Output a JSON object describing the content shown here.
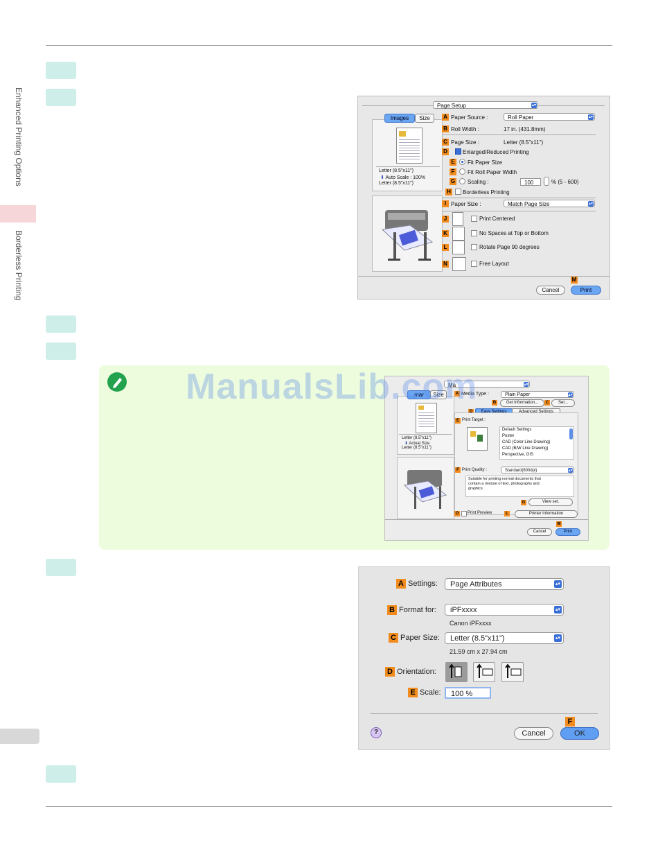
{
  "sidebar": {
    "section1": "Enhanced Printing Options",
    "section2": "Borderless Printing"
  },
  "watermark": "ManualsLib.com",
  "dialog1": {
    "title": "Page Setup",
    "tabs": [
      "Images",
      "Size"
    ],
    "preview_caption": [
      "Letter (8.5\"x11\")",
      "Auto Scale : 100%",
      "Letter (8.5\"x11\")"
    ],
    "rows": {
      "A": {
        "label": "Paper Source :",
        "value": "Roll Paper"
      },
      "B": {
        "label": "Roll Width :",
        "value": "17 in. (431.8mm)"
      },
      "C": {
        "label": "Page Size :",
        "value": "Letter (8.5\"x11\")"
      },
      "D": {
        "label": "Enlarged/Reduced Printing"
      },
      "E": {
        "label": "Fit Paper Size"
      },
      "F": {
        "label": "Fit Roll Paper Width"
      },
      "G": {
        "label": "Scaling :",
        "value": "100",
        "range": "% (5 - 600)"
      },
      "H": {
        "label": "Borderless Printing"
      },
      "I": {
        "label": "Paper Size :",
        "value": "Match Page Size"
      },
      "J": {
        "label": "Print Centered"
      },
      "K": {
        "label": "No Spaces at Top or Bottom"
      },
      "L": {
        "label": "Rotate Page 90 degrees"
      },
      "N": {
        "label": "Free Layout"
      }
    },
    "cancel": "Cancel",
    "print": "Print",
    "print_letter": "M"
  },
  "dialog2": {
    "title": "Ma",
    "tabs": [
      "mar",
      "Size"
    ],
    "media_type_label": "Media Type :",
    "media_type_value": "Plain Paper",
    "get_info": "Get Information...",
    "set": "Set...",
    "tabs2": [
      "Easy Settings",
      "Advanced Settings"
    ],
    "print_target_label": "Print Target :",
    "targets": [
      "Default Settings",
      "Poster",
      "CAD (Color Line Drawing)",
      "CAD (B/W Line Drawing)",
      "Perspective, GIS"
    ],
    "preview_caption": [
      "Letter (8.5\"x11\")",
      "Actual Size",
      "Letter (8.5\"x11\")"
    ],
    "print_quality_label": "Print Quality :",
    "print_quality_value": "Standard(600dpi)",
    "description": "Suitable for printing normal documents that contain a mixture of text, photographs and graphics.",
    "view_set": "View set.",
    "print_preview": "Print Preview",
    "printer_info": "Printer Information",
    "cancel": "Cancel",
    "print": "Print"
  },
  "dialog3": {
    "settings_label": "Settings:",
    "settings_value": "Page Attributes",
    "format_label": "Format for:",
    "format_value": "iPFxxxx",
    "format_sub": "Canon iPFxxxx",
    "paper_label": "Paper Size:",
    "paper_value": "Letter (8.5\"x11\")",
    "paper_sub": "21.59 cm x 27.94 cm",
    "orientation_label": "Orientation:",
    "scale_label": "Scale:",
    "scale_value": "100 %",
    "help": "?",
    "cancel": "Cancel",
    "ok": "OK"
  }
}
